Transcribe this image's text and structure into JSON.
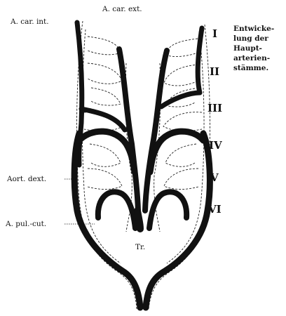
{
  "labels": {
    "a_car_int": "A. car. int.",
    "a_car_ext": "A. car. ext.",
    "aort_dext": "Aort. dext.",
    "a_pul_cut": "A. pul.-cut.",
    "tr": "Tr."
  },
  "arch_numerals": [
    "I",
    "II",
    "III",
    "IV",
    "V",
    "VI"
  ],
  "caption_lines": [
    "Entwicke-",
    "lung der",
    "Haupt-",
    "arterien-",
    "stämme."
  ]
}
